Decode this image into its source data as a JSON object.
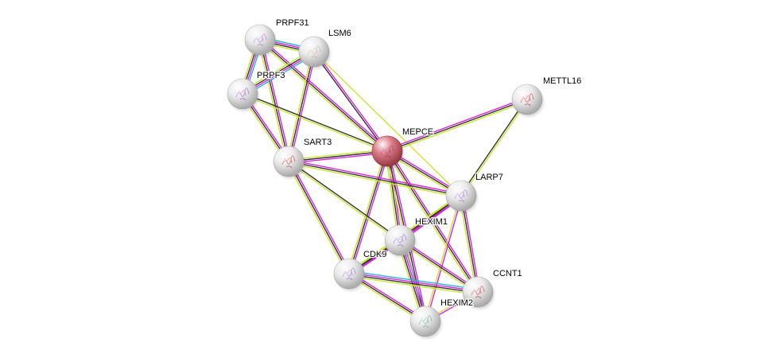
{
  "network": {
    "edge_colors": {
      "textmining": "#c7e62f",
      "experiments": "#e020e0",
      "coexpression": "#333333",
      "database": "#22b5d8",
      "homology": "#8080f0"
    },
    "nodes": [
      {
        "id": "PRPF31",
        "label": "PRPF31",
        "color": "#e6e6e6",
        "query": false,
        "glyph": "#b77fd6"
      },
      {
        "id": "LSM6",
        "label": "LSM6",
        "color": "#e6e6e6",
        "query": false,
        "glyph": "#c8b49a"
      },
      {
        "id": "PRPF3",
        "label": "PRPF3",
        "color": "#e6e6e6",
        "query": false,
        "glyph": "#a266d0"
      },
      {
        "id": "METTL16",
        "label": "METTL16",
        "color": "#e6e6e6",
        "query": false,
        "glyph": "#d64a4a"
      },
      {
        "id": "MEPCE",
        "label": "MEPCE",
        "color": "#d0505e",
        "query": true,
        "glyph": "#9a2050"
      },
      {
        "id": "SART3",
        "label": "SART3",
        "color": "#e6e6e6",
        "query": false,
        "glyph": "#cc4a4a"
      },
      {
        "id": "LARP7",
        "label": "LARP7",
        "color": "#e6e6e6",
        "query": false,
        "glyph": "#b07ad8"
      },
      {
        "id": "HEXIM1",
        "label": "HEXIM1",
        "color": "#e6e6e6",
        "query": false,
        "glyph": "#a070e0"
      },
      {
        "id": "CDK9",
        "label": "CDK9",
        "color": "#e6e6e6",
        "query": false,
        "glyph": "#a07ad0"
      },
      {
        "id": "CCNT1",
        "label": "CCNT1",
        "color": "#e6e6e6",
        "query": false,
        "glyph": "#cc4a4a"
      },
      {
        "id": "HEXIM2",
        "label": "HEXIM2",
        "color": "#e6e6e6",
        "query": false,
        "glyph": "#6fb0a0"
      }
    ],
    "edges": [
      {
        "a": "PRPF31",
        "b": "LSM6",
        "types": [
          "database",
          "experiments",
          "coexpression",
          "textmining"
        ]
      },
      {
        "a": "PRPF31",
        "b": "PRPF3",
        "types": [
          "database",
          "experiments",
          "coexpression",
          "textmining"
        ]
      },
      {
        "a": "PRPF31",
        "b": "SART3",
        "types": [
          "experiments",
          "coexpression",
          "textmining"
        ]
      },
      {
        "a": "PRPF31",
        "b": "MEPCE",
        "types": [
          "experiments",
          "coexpression",
          "textmining"
        ]
      },
      {
        "a": "LSM6",
        "b": "PRPF3",
        "types": [
          "database",
          "experiments",
          "coexpression",
          "textmining"
        ]
      },
      {
        "a": "LSM6",
        "b": "SART3",
        "types": [
          "experiments",
          "coexpression",
          "textmining"
        ]
      },
      {
        "a": "LSM6",
        "b": "MEPCE",
        "types": [
          "experiments",
          "coexpression"
        ]
      },
      {
        "a": "LSM6",
        "b": "LARP7",
        "types": [
          "textmining"
        ]
      },
      {
        "a": "PRPF3",
        "b": "SART3",
        "types": [
          "experiments",
          "coexpression",
          "textmining"
        ]
      },
      {
        "a": "PRPF3",
        "b": "MEPCE",
        "types": [
          "coexpression",
          "textmining"
        ]
      },
      {
        "a": "MEPCE",
        "b": "METTL16",
        "types": [
          "experiments",
          "coexpression",
          "textmining"
        ]
      },
      {
        "a": "LARP7",
        "b": "METTL16",
        "types": [
          "coexpression",
          "textmining"
        ]
      },
      {
        "a": "MEPCE",
        "b": "SART3",
        "types": [
          "experiments",
          "coexpression",
          "textmining"
        ]
      },
      {
        "a": "MEPCE",
        "b": "LARP7",
        "types": [
          "experiments",
          "coexpression",
          "textmining"
        ]
      },
      {
        "a": "MEPCE",
        "b": "HEXIM1",
        "types": [
          "experiments",
          "coexpression",
          "textmining"
        ]
      },
      {
        "a": "MEPCE",
        "b": "CDK9",
        "types": [
          "experiments",
          "coexpression",
          "textmining"
        ]
      },
      {
        "a": "MEPCE",
        "b": "CCNT1",
        "types": [
          "experiments",
          "coexpression",
          "textmining"
        ]
      },
      {
        "a": "MEPCE",
        "b": "HEXIM2",
        "types": [
          "experiments",
          "coexpression",
          "textmining"
        ]
      },
      {
        "a": "SART3",
        "b": "LARP7",
        "types": [
          "experiments",
          "coexpression",
          "textmining"
        ]
      },
      {
        "a": "SART3",
        "b": "HEXIM1",
        "types": [
          "coexpression",
          "textmining"
        ]
      },
      {
        "a": "SART3",
        "b": "CDK9",
        "types": [
          "experiments",
          "coexpression",
          "textmining"
        ]
      },
      {
        "a": "LARP7",
        "b": "HEXIM1",
        "types": [
          "experiments",
          "coexpression",
          "textmining"
        ]
      },
      {
        "a": "LARP7",
        "b": "CDK9",
        "types": [
          "experiments",
          "coexpression",
          "textmining"
        ]
      },
      {
        "a": "LARP7",
        "b": "CCNT1",
        "types": [
          "experiments",
          "coexpression",
          "textmining"
        ]
      },
      {
        "a": "LARP7",
        "b": "HEXIM2",
        "types": [
          "experiments",
          "textmining"
        ]
      },
      {
        "a": "HEXIM1",
        "b": "CDK9",
        "types": [
          "experiments",
          "coexpression",
          "textmining"
        ]
      },
      {
        "a": "HEXIM1",
        "b": "CCNT1",
        "types": [
          "experiments",
          "coexpression",
          "textmining"
        ]
      },
      {
        "a": "HEXIM1",
        "b": "HEXIM2",
        "types": [
          "homology",
          "experiments",
          "coexpression",
          "textmining"
        ]
      },
      {
        "a": "CDK9",
        "b": "CCNT1",
        "types": [
          "database",
          "experiments",
          "coexpression",
          "textmining"
        ]
      },
      {
        "a": "CDK9",
        "b": "HEXIM2",
        "types": [
          "experiments",
          "coexpression",
          "textmining"
        ]
      },
      {
        "a": "CCNT1",
        "b": "HEXIM2",
        "types": [
          "experiments",
          "textmining"
        ]
      }
    ]
  }
}
